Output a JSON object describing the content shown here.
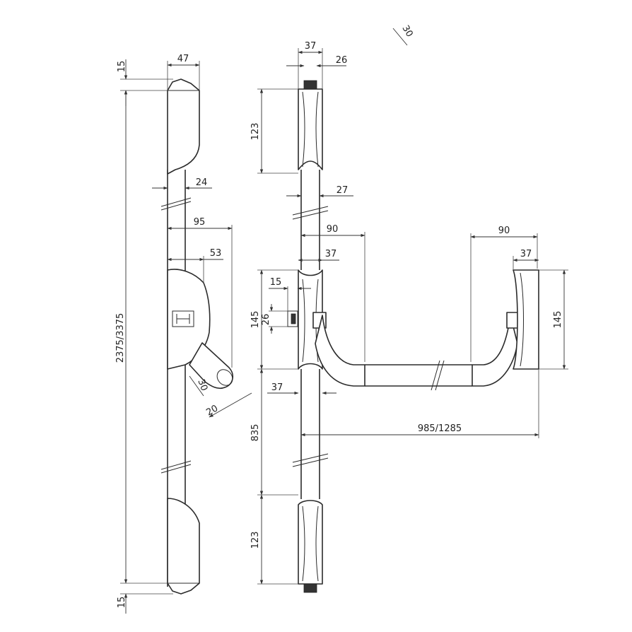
{
  "colors": {
    "line": "#2b2b2b",
    "background": "#ffffff"
  },
  "side_view": {
    "top_cap": "15",
    "width": "47",
    "rod": "24",
    "lever_reach": "95",
    "lever_offset": "53",
    "height": "2375/3375",
    "lever_width": "30",
    "lever_end": "20",
    "bottom_cap": "15"
  },
  "front_view": {
    "rail_width": "37",
    "rod": "26",
    "top_guide": "123",
    "rod_width": "27",
    "bar_offset": "90",
    "case_width": "37",
    "fixing": "15",
    "case_height": "145",
    "pin": "26",
    "case_width_lower": "37",
    "lower_length": "835",
    "bottom_guide": "123",
    "angle": "30"
  },
  "bar_view": {
    "offset": "90",
    "case_width": "37",
    "case_height": "145",
    "length": "985/1285"
  },
  "icons": {
    "arrow": "dimension-arrow"
  }
}
